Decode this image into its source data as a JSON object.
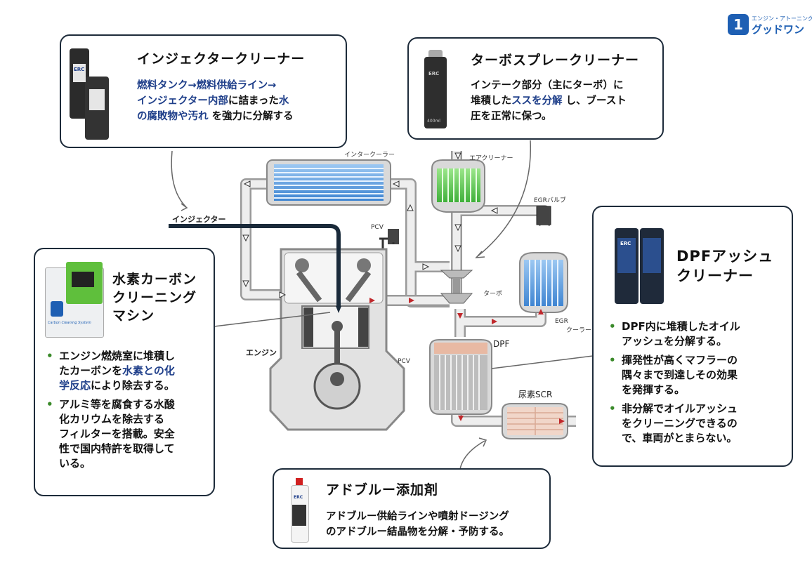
{
  "logo": {
    "tagline": "エンジン・アトーニング",
    "name": "グッドワン"
  },
  "injector_box": {
    "title": "インジェクタークリーナー",
    "line1_blue": "燃料タンク→燃料供給ライン→",
    "line2_blue": "インジェクター内部",
    "line2_black": "に詰まった",
    "line2_blue2": "水",
    "line3_blue": "の腐敗物や汚れ",
    "line3_black": "を強力に分解する",
    "product_brand": "ERC"
  },
  "turbo_box": {
    "title": "ターボスプレークリーナー",
    "line1": "インテーク部分（主にターボ）に",
    "line2_black": "堆積した",
    "line2_blue": "ススを分解",
    "line2_black2": "し、ブースト",
    "line3": "圧を正常に保つ。",
    "product_brand": "ERC",
    "product_volume": "400ml"
  },
  "hydrogen_box": {
    "title_l1": "水素カーボン",
    "title_l2": "クリーニング",
    "title_l3": "マシン",
    "b1_l1": "エンジン燃焼室に堆積し",
    "b1_l2_black": "たカーボンを",
    "b1_l2_blue": "水素との化",
    "b1_l3_blue": "学反応",
    "b1_l3_black": "により除去する。",
    "b2_l1": "アルミ等を腐食する水酸",
    "b2_l2": "化カリウムを除去する",
    "b2_l3": "フィルターを搭載。安全",
    "b2_l4": "性で国内特許を取得して",
    "b2_l5": "いる。",
    "machine_label": "Carbon Cleaning System"
  },
  "dpf_box": {
    "title_l1": "DPFアッシュ",
    "title_l2": "クリーナー",
    "b1_l1": "DPF内に堆積したオイル",
    "b1_l2": "アッシュを分解する。",
    "b2_l1": "揮発性が高くマフラーの",
    "b2_l2": "隅々まで到達しその効果",
    "b2_l3": "を発揮する。",
    "b3_l1": "非分解でオイルアッシュ",
    "b3_l2": "をクリーニングできるの",
    "b3_l3": "で、車両がとまらない。",
    "product_brand": "ERC"
  },
  "adblue_box": {
    "title": "アドブルー添加剤",
    "line1": "アドブルー供給ラインや噴射ドージング",
    "line2": "のアドブルー結晶物を分解・予防する。",
    "product_brand": "ERC"
  },
  "diagram_labels": {
    "intercooler": "インタークーラー",
    "air_cleaner": "エアクリーナー",
    "egr_valve": "EGRバルブ",
    "injector": "インジェクター",
    "pcv_top": "PCV",
    "pcv_side": "PCV",
    "turbo": "ターボ",
    "egr_cooler_l1": "EGR",
    "egr_cooler_l2": "クーラー",
    "engine": "エンジン",
    "dpf": "DPF",
    "scr": "尿素SCR"
  },
  "colors": {
    "navy": "#1d2b3a",
    "blue_text": "#1f3f8a",
    "bullet_green": "#3a8a2a",
    "cooler_blue": "#4a8fd8",
    "filter_green": "#5cc14a",
    "arrow_red": "#c0282c",
    "logo_blue": "#1e5fb3"
  }
}
